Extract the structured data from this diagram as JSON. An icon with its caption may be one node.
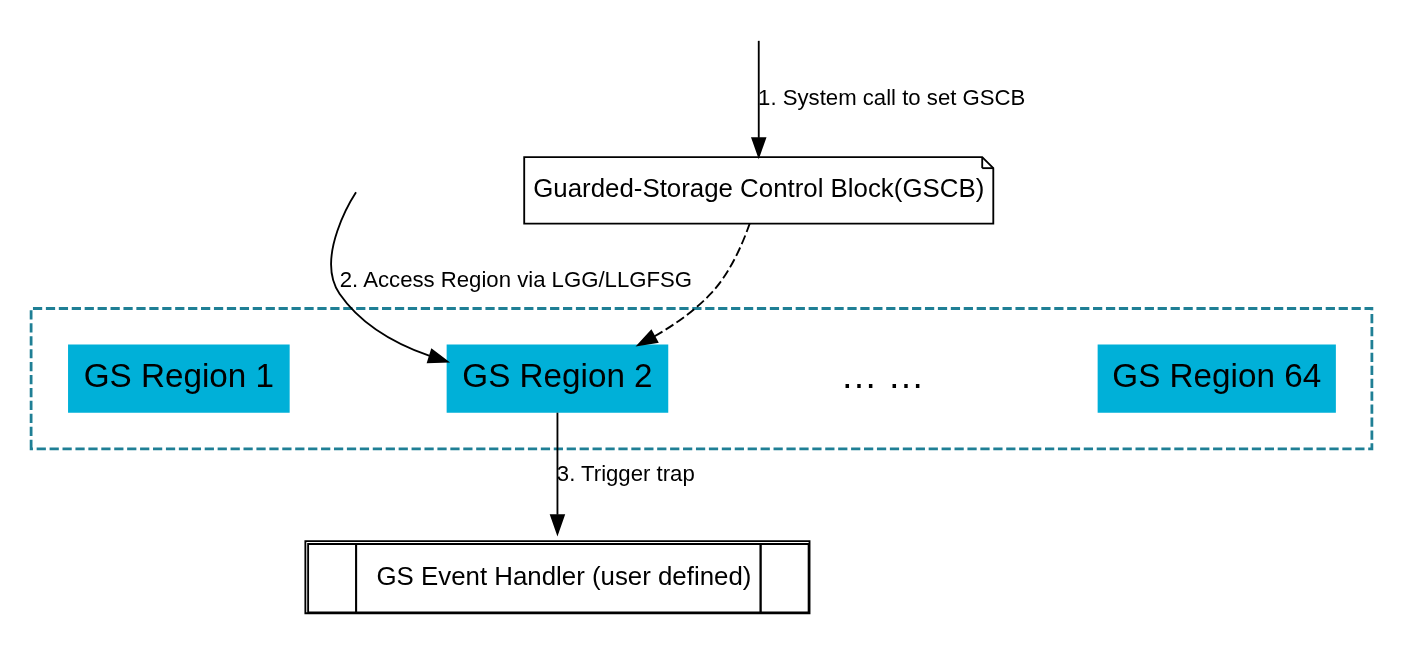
{
  "diagram": {
    "nodes": [
      {
        "text": [
          "Guarded-Storage Control Block(GSCB)"
        ]
      },
      {
        "text": [],
        "shape": "box"
      },
      {
        "text": [
          "GS Region 1"
        ],
        "in": 1
      },
      {
        "text": [
          "GS Region 2"
        ],
        "in": 1
      },
      {
        "text": [
          "GS Region 64"
        ],
        "in": 1
      },
      {
        "text": [
          "GS Event Handler (user defined)"
        ]
      }
    ],
    "edges": [
      {
        "from": null,
        "to": 0,
        "arrow": "to",
        "label": "1. System call to set GSCB"
      },
      {
        "from": 0,
        "to": 3,
        "arrow": "to",
        "style": "dashed"
      },
      {
        "from": null,
        "to": 3,
        "arrow": "to",
        "label": "2. Access Region via LGG/LLGFSG"
      },
      {
        "from": 3,
        "to": 5,
        "arrow": "to",
        "label": "3. Trigger trap"
      }
    ],
    "labels": [
      "… …"
    ]
  }
}
